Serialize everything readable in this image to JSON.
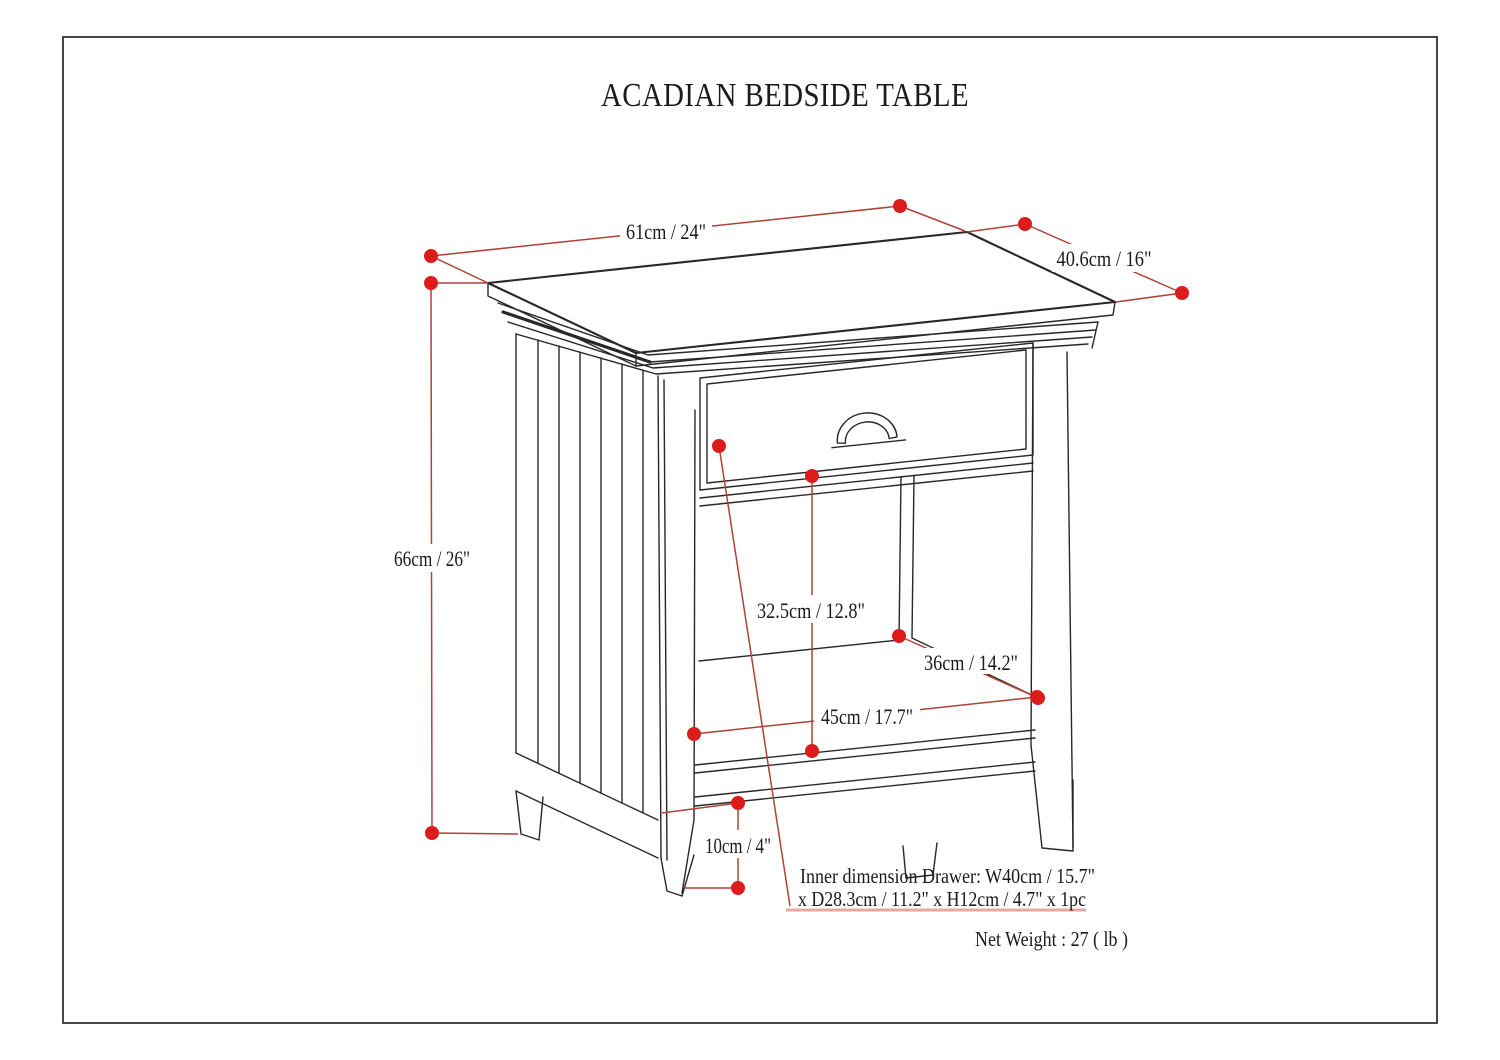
{
  "title": "ACADIAN BEDSIDE TABLE",
  "dimensions": {
    "top_width": "61cm / 24\"",
    "top_depth": "40.6cm / 16\"",
    "overall_height": "66cm / 26\"",
    "compartment_height": "32.5cm / 12.8\"",
    "shelf_depth": "36cm / 14.2\"",
    "shelf_width": "45cm / 17.7\"",
    "leg_height": "10cm / 4\""
  },
  "notes": {
    "drawer_inner_line1": "Inner dimension Drawer: W40cm / 15.7\"",
    "drawer_inner_line2": "x D28.3cm / 11.2\" x H12cm / 4.7\" x 1pc",
    "net_weight": "Net Weight : 27 ( lb )"
  },
  "colors": {
    "drawing_ink": "#2b2727",
    "dimension_line": "#b04238",
    "dimension_dot": "#dc1b1b",
    "note_underline": "#eaa89c",
    "background": "#ffffff"
  }
}
